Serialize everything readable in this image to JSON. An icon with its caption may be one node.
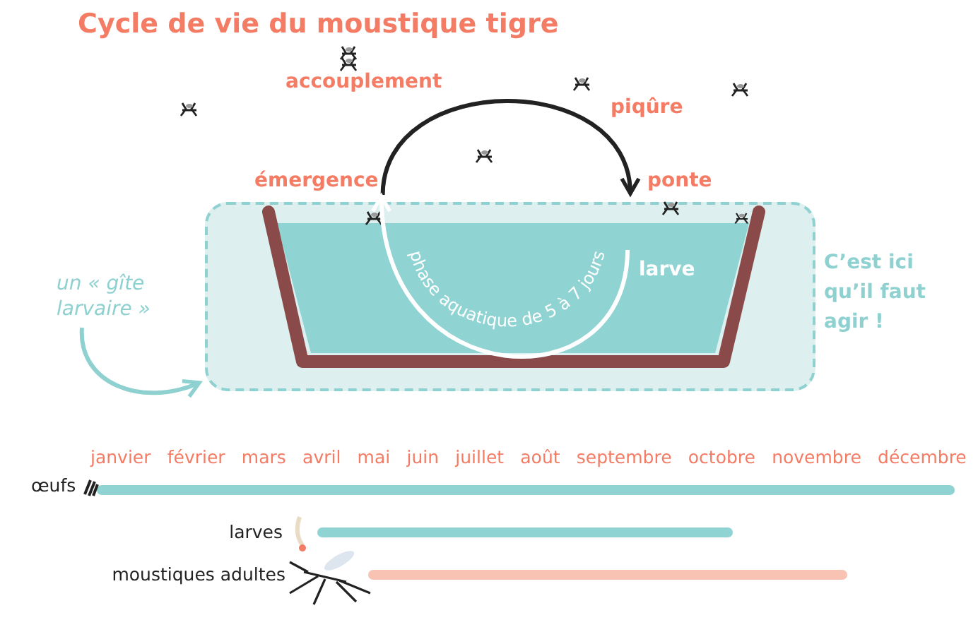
{
  "diagram": {
    "title": "Cycle de vie du moustique tigre",
    "nodes": [
      {
        "text": [
          "émergence"
        ]
      },
      {
        "text": [
          "ponte"
        ]
      },
      {
        "text": [
          "larve"
        ],
        "in": 3
      },
      {
        "text": [],
        "shape": "box",
        "beside": [
          "C’est ici qu’il faut agir !"
        ]
      },
      {
        "text": [
          "un « gîte larvaire »"
        ]
      }
    ],
    "edges": [
      {
        "from": 0,
        "to": 1,
        "arrow": "to"
      },
      {
        "from": 2,
        "to": 0,
        "arrow": "to",
        "label": "phase aquatique de 5 à 7 jours",
        "color": "#ffffff"
      },
      {
        "from": 4,
        "to": 3,
        "arrow": "to",
        "color": "#8fd1d0"
      }
    ],
    "labels": [
      "accouplement",
      "piqûre",
      "janvier",
      "février",
      "mars",
      "avril",
      "mai",
      "juin",
      "juillet",
      "août",
      "septembre",
      "octobre",
      "novembre",
      "décembre",
      "œufs",
      "larves",
      "moustiques adultes"
    ]
  }
}
